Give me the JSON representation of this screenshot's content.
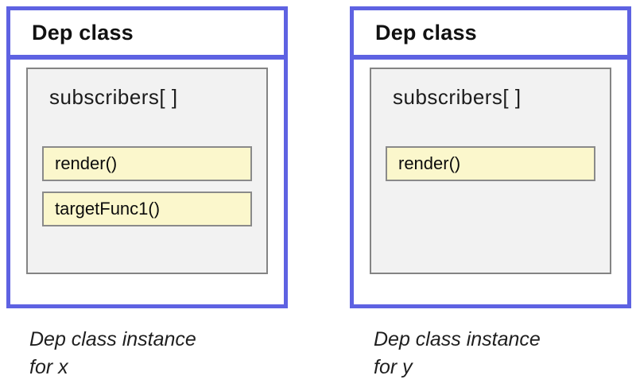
{
  "cards": [
    {
      "title": "Dep class",
      "array_label": "subscribers[ ]",
      "functions": [
        "render()",
        "targetFunc1()"
      ],
      "caption_line1": "Dep class instance",
      "caption_line2": "for x"
    },
    {
      "title": "Dep class",
      "array_label": "subscribers[ ]",
      "functions": [
        "render()"
      ],
      "caption_line1": "Dep class instance",
      "caption_line2": "for y"
    }
  ],
  "colors": {
    "card_border": "#5e62e2",
    "array_box_bg": "#f2f2f2",
    "array_box_border": "#848484",
    "func_bg": "#fbf7cc",
    "func_border": "#8a8a8a",
    "text": "#161616"
  }
}
